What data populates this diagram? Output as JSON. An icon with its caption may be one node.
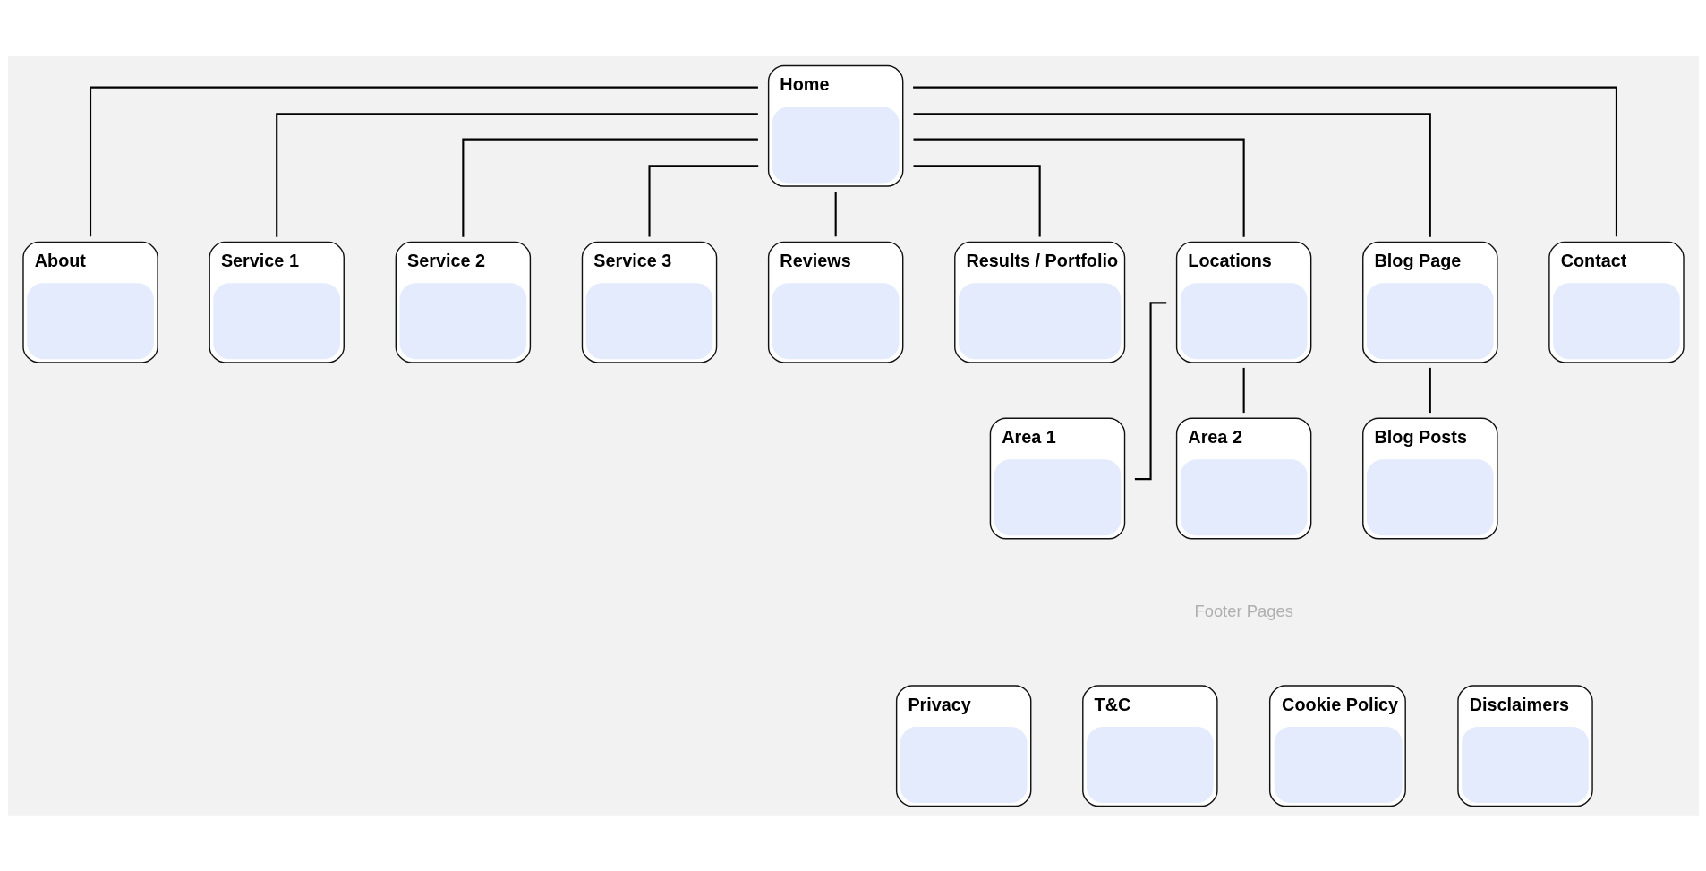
{
  "diagram": {
    "nodes": [
      {
        "text": [
          "Home"
        ]
      },
      {
        "text": [
          "About"
        ]
      },
      {
        "text": [
          "Service 1"
        ]
      },
      {
        "text": [
          "Service 2"
        ]
      },
      {
        "text": [
          "Service 3"
        ]
      },
      {
        "text": [
          "Reviews"
        ]
      },
      {
        "text": [
          "Results / Portfolio"
        ]
      },
      {
        "text": [
          "Locations"
        ]
      },
      {
        "text": [
          "Blog Page"
        ]
      },
      {
        "text": [
          "Contact"
        ]
      },
      {
        "text": [
          "Area 1"
        ]
      },
      {
        "text": [
          "Area 2"
        ]
      },
      {
        "text": [
          "Blog Posts"
        ]
      },
      {
        "text": [
          "Privacy"
        ]
      },
      {
        "text": [
          "T&C"
        ]
      },
      {
        "text": [
          "Cookie Policy"
        ]
      },
      {
        "text": [
          "Disclaimers"
        ]
      }
    ],
    "edges": [
      {
        "from": 0,
        "to": 1,
        "arrow": "none"
      },
      {
        "from": 0,
        "to": 2,
        "arrow": "none"
      },
      {
        "from": 0,
        "to": 3,
        "arrow": "none"
      },
      {
        "from": 0,
        "to": 4,
        "arrow": "none"
      },
      {
        "from": 0,
        "to": 5,
        "arrow": "none"
      },
      {
        "from": 0,
        "to": 6,
        "arrow": "none"
      },
      {
        "from": 0,
        "to": 7,
        "arrow": "none"
      },
      {
        "from": 0,
        "to": 8,
        "arrow": "none"
      },
      {
        "from": 0,
        "to": 9,
        "arrow": "none"
      },
      {
        "from": 7,
        "to": 10,
        "arrow": "none"
      },
      {
        "from": 7,
        "to": 11,
        "arrow": "none"
      },
      {
        "from": 8,
        "to": 12,
        "arrow": "none"
      }
    ],
    "labels": [
      "Footer Pages"
    ]
  }
}
